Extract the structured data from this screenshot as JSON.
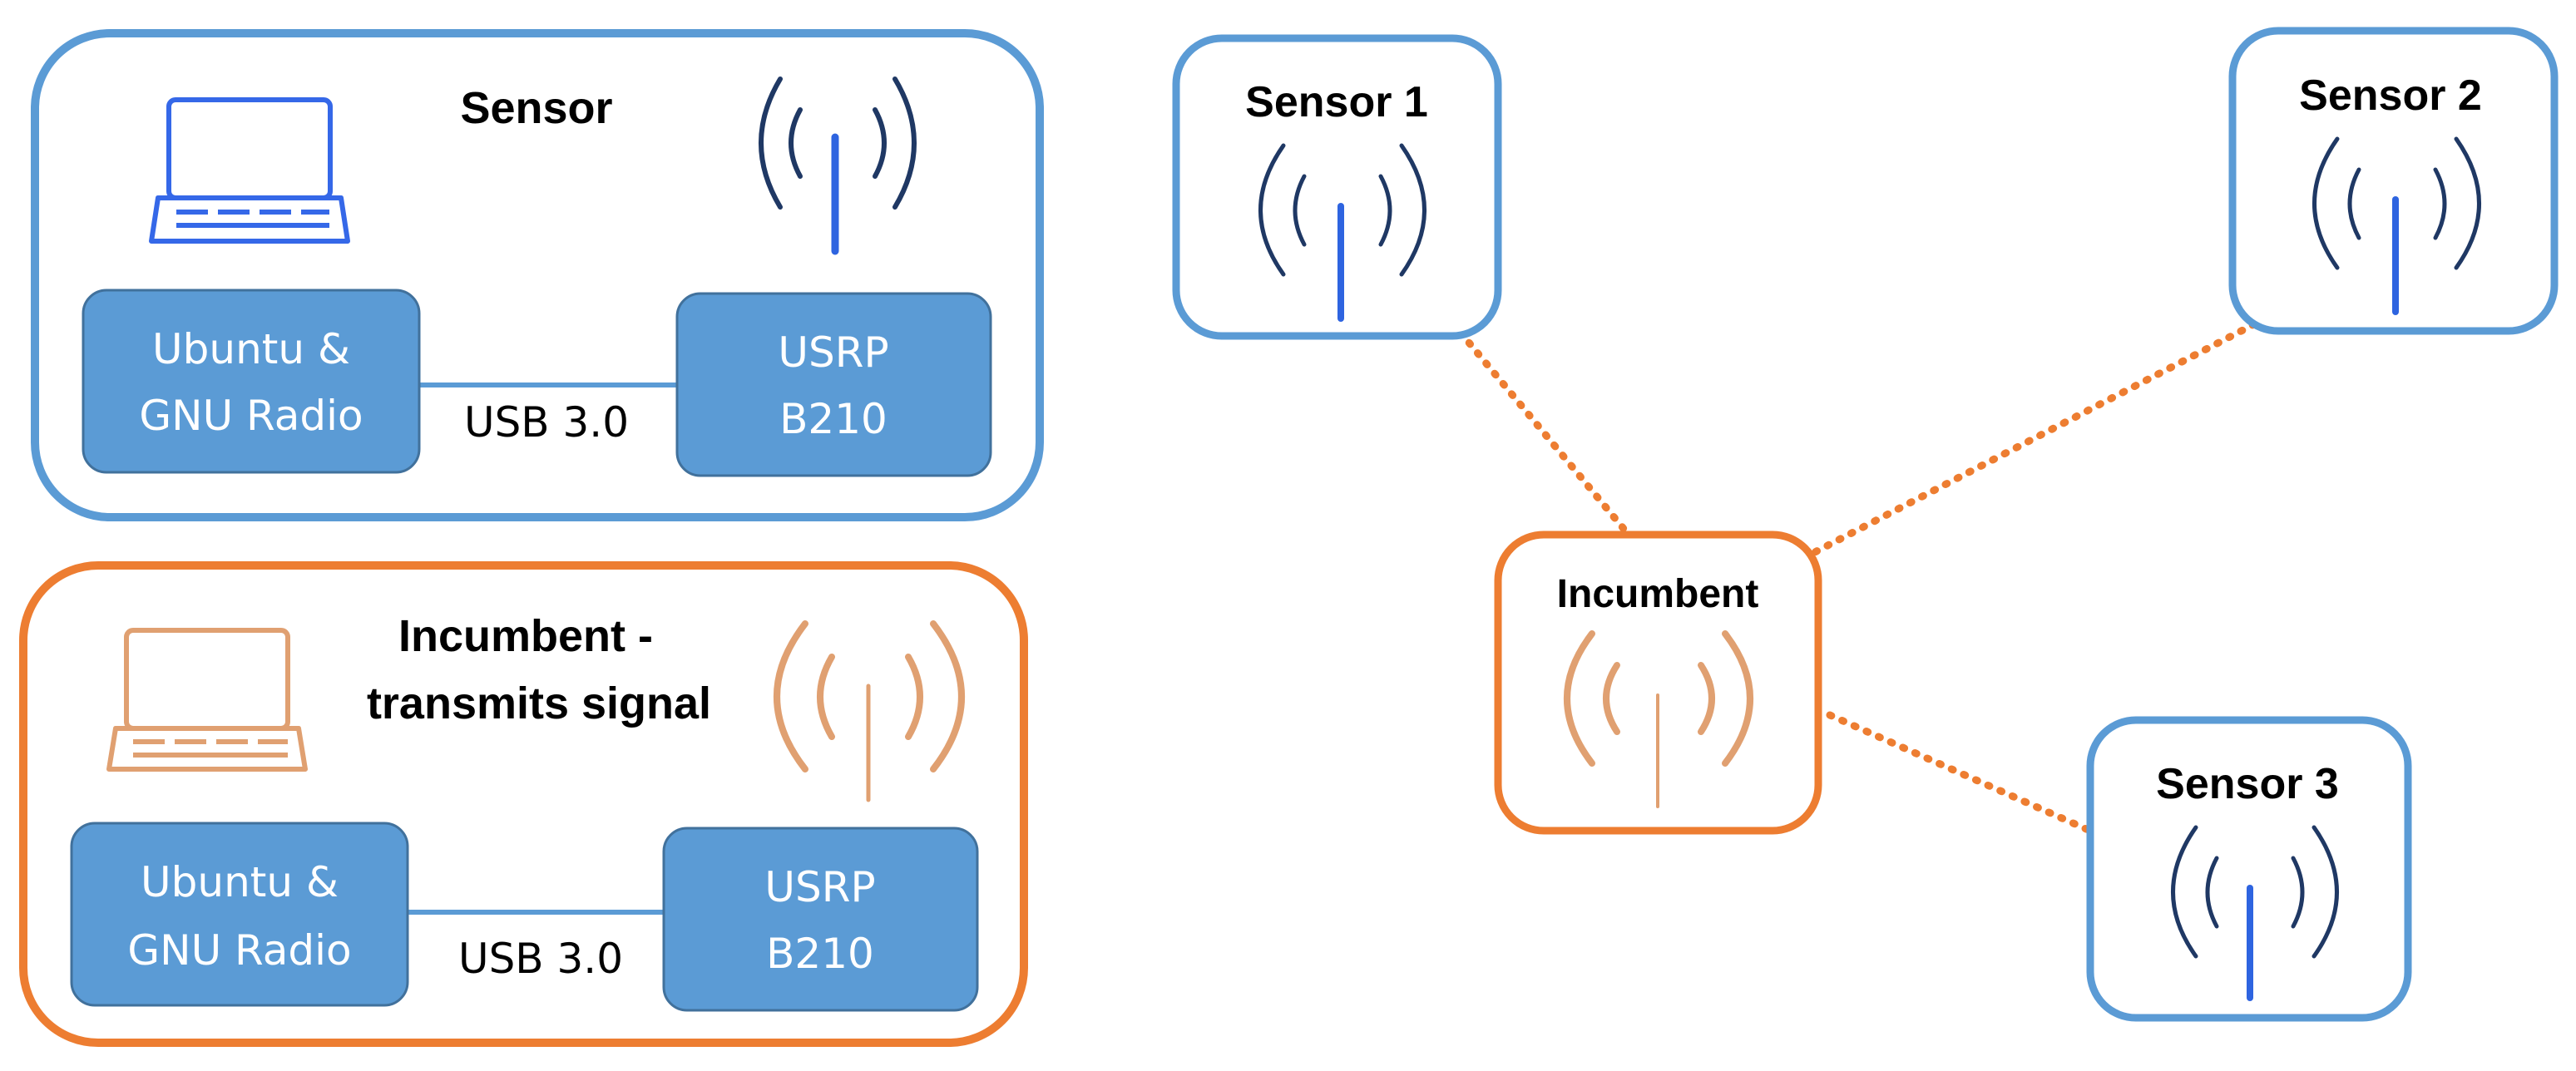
{
  "colors": {
    "sensor_border": "#5b9bd5",
    "incumbent_border": "#ed7d31",
    "device_box_fill": "#5b9bd5",
    "device_box_stroke": "#41719c",
    "antenna_sensor_waves": "#1f3864",
    "antenna_sensor_mast": "#2e64e0",
    "antenna_incumbent": "#e0a071",
    "laptop_sensor": "#3568e8",
    "laptop_incumbent": "#e0a071",
    "link_dotted": "#ed7d31"
  },
  "icons": {
    "laptop": "laptop-icon",
    "antenna": "antenna-icon"
  },
  "sensor_panel": {
    "title": "Sensor",
    "host": {
      "line1": "Ubuntu &",
      "line2": "GNU Radio"
    },
    "radio": {
      "line1": "USRP",
      "line2": "B210"
    },
    "link": "USB 3.0"
  },
  "incumbent_panel": {
    "title_line1": "Incumbent -",
    "title_line2": "transmits signal",
    "host": {
      "line1": "Ubuntu &",
      "line2": "GNU Radio"
    },
    "radio": {
      "line1": "USRP",
      "line2": "B210"
    },
    "link": "USB 3.0"
  },
  "network": {
    "incumbent": "Incumbent",
    "sensors": [
      "Sensor 1",
      "Sensor 2",
      "Sensor 3"
    ]
  }
}
